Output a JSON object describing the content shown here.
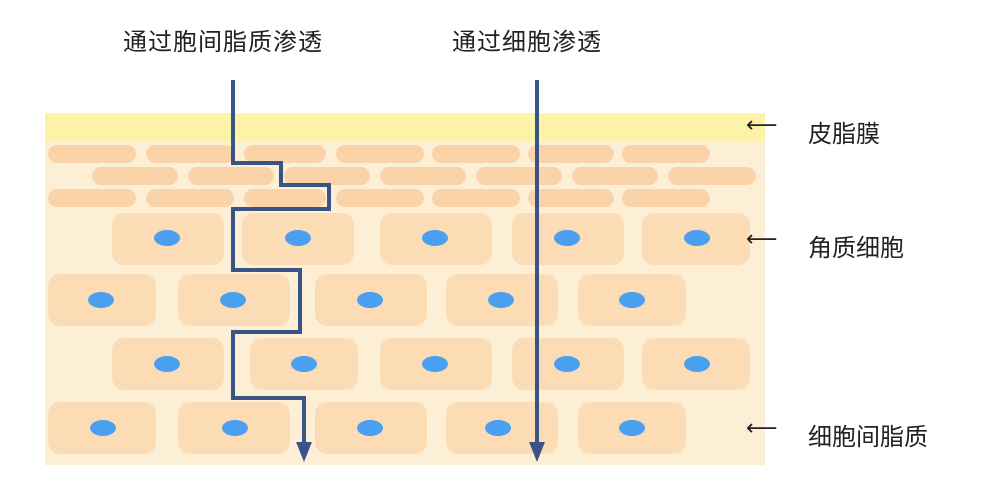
{
  "paths": {
    "intercellular_label": "通过胞间脂质渗透",
    "transcellular_label": "通过细胞渗透"
  },
  "layers": {
    "sebum_label": "皮脂膜",
    "corneocyte_label": "角质细胞",
    "lipid_label": "细胞间脂质"
  },
  "colors": {
    "sebum_film": "#fdf3a6",
    "lipid_matrix": "#fdefd6",
    "cell": "#fcdcb4",
    "flat_cell": "#fad3a8",
    "nucleus": "#4a9ff0",
    "path_line": "#3a5488"
  }
}
